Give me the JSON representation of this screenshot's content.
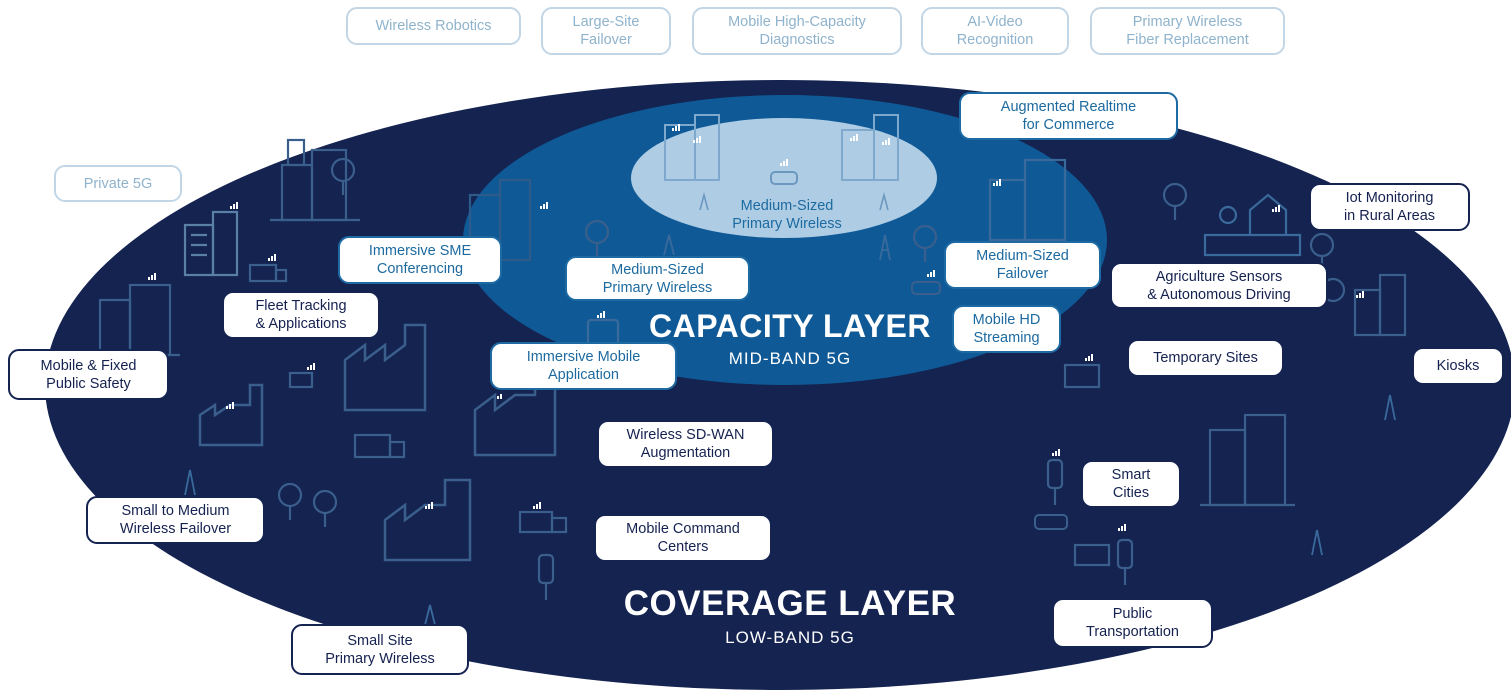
{
  "colors": {
    "coverage": "#142350",
    "capacity": "#0f5a96",
    "core": "#aecde4",
    "icon": "#5b80a8",
    "label_dark": "#142350",
    "label_blue": "#1e6aa3",
    "label_faded": "#c2d6e6"
  },
  "top_labels": {
    "wireless_robotics": "Wireless Robotics",
    "large_site_failover": "Large-Site\nFailover",
    "mobile_diagnostics": "Mobile High-Capacity\nDiagnostics",
    "ai_video": "AI-Video\nRecognition",
    "fiber_replacement": "Primary Wireless\nFiber Replacement",
    "private_5g": "Private 5G"
  },
  "capacity_labels": {
    "augmented_realtime": "Augmented Realtime\nfor Commerce",
    "immersive_sme": "Immersive SME\nConferencing",
    "medium_primary": "Medium-Sized\nPrimary Wireless",
    "medium_failover": "Medium-Sized\nFailover",
    "mobile_hd": "Mobile HD\nStreaming",
    "immersive_mobile": "Immersive Mobile\nApplication",
    "core_primary": "Medium-Sized\nPrimary Wireless"
  },
  "coverage_labels": {
    "iot_rural": "Iot Monitoring\nin Rural Areas",
    "agriculture": "Agriculture Sensors\n& Autonomous Driving",
    "temporary_sites": "Temporary Sites",
    "kiosks": "Kiosks",
    "fleet_tracking": "Fleet Tracking\n& Applications",
    "public_safety": "Mobile & Fixed\nPublic Safety",
    "sd_wan": "Wireless SD-WAN\nAugmentation",
    "smart_cities": "Smart\nCities",
    "small_medium_failover": "Small to Medium\nWireless Failover",
    "mobile_command": "Mobile Command\nCenters",
    "public_transportation": "Public\nTransportation",
    "small_site": "Small Site\nPrimary Wireless"
  },
  "layers": {
    "capacity_title": "CAPACITY LAYER",
    "capacity_sub": "MID-BAND 5G",
    "coverage_title": "COVERAGE LAYER",
    "coverage_sub": "LOW-BAND 5G"
  },
  "icons": [
    "building-icon",
    "factory-icon",
    "truck-icon",
    "tree-icon",
    "tower-icon",
    "car-icon",
    "traffic-light-icon",
    "farm-icon",
    "signal-icon",
    "bus-icon"
  ]
}
